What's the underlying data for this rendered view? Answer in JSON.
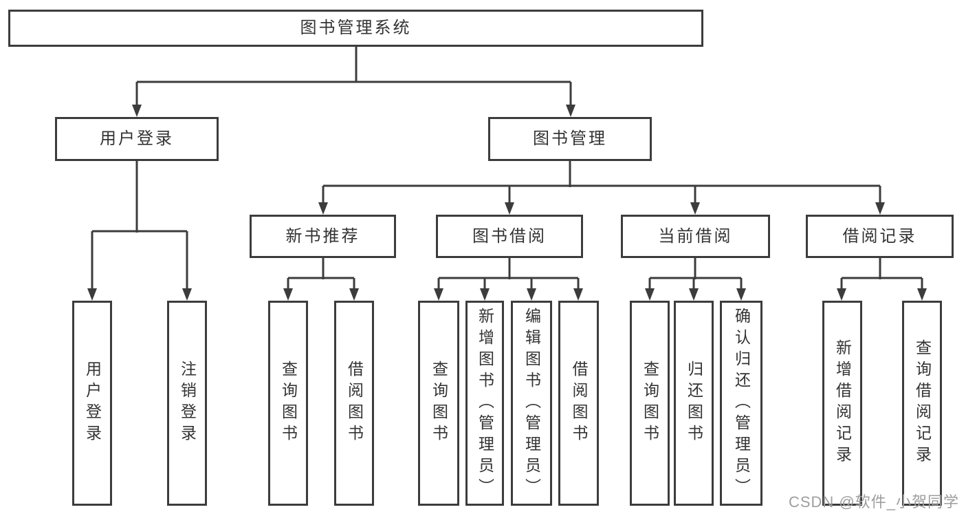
{
  "nodes": {
    "root": {
      "label": "图书管理系统"
    },
    "user_login": {
      "label": "用户登录",
      "children": [
        {
          "label": "用户登录"
        },
        {
          "label": "注销登录"
        }
      ]
    },
    "book_mgmt": {
      "label": "图书管理"
    },
    "new_book_rec": {
      "label": "新书推荐",
      "children": [
        {
          "label": "查询图书"
        },
        {
          "label": "借阅图书"
        }
      ]
    },
    "book_borrow": {
      "label": "图书借阅",
      "children": [
        {
          "label": "查询图书"
        },
        {
          "label": "新增图书（管理员）"
        },
        {
          "label": "编辑图书（管理员）"
        },
        {
          "label": "借阅图书"
        }
      ]
    },
    "current_borrow": {
      "label": "当前借阅",
      "children": [
        {
          "label": "查询图书"
        },
        {
          "label": "归还图书"
        },
        {
          "label": "确认归还（管理员）"
        }
      ]
    },
    "borrow_records": {
      "label": "借阅记录",
      "children": [
        {
          "label": "新增借阅记录"
        },
        {
          "label": "查询借阅记录"
        }
      ]
    }
  },
  "watermark": {
    "text": "CSDN @软件_小贺同学"
  },
  "colors": {
    "line": "#3c3c3c",
    "text": "#333333",
    "watermark": "#9e9e9e",
    "background": "#ffffff"
  }
}
